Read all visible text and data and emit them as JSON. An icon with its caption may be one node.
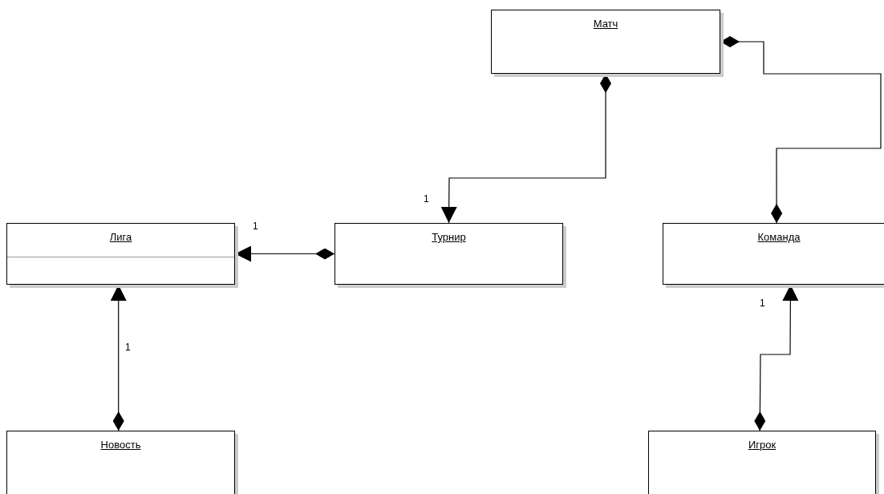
{
  "diagram": {
    "nodes": [
      {
        "text": [
          "Матч"
        ]
      },
      {
        "text": [
          "Лига"
        ]
      },
      {
        "text": [
          "Турнир"
        ]
      },
      {
        "text": [
          "Команда"
        ]
      },
      {
        "text": [
          "Новость"
        ]
      },
      {
        "text": [
          "Игрок"
        ]
      }
    ],
    "edges": [
      {
        "from": 2,
        "to": 1,
        "arrow": "to",
        "label": "1"
      },
      {
        "from": 4,
        "to": 1,
        "arrow": "to",
        "label": "1"
      },
      {
        "from": 0,
        "to": 2,
        "arrow": "to",
        "label": "1"
      },
      {
        "from": 0,
        "to": 3,
        "arrow": "other"
      },
      {
        "from": 5,
        "to": 3,
        "arrow": "to",
        "label": "1"
      }
    ]
  }
}
